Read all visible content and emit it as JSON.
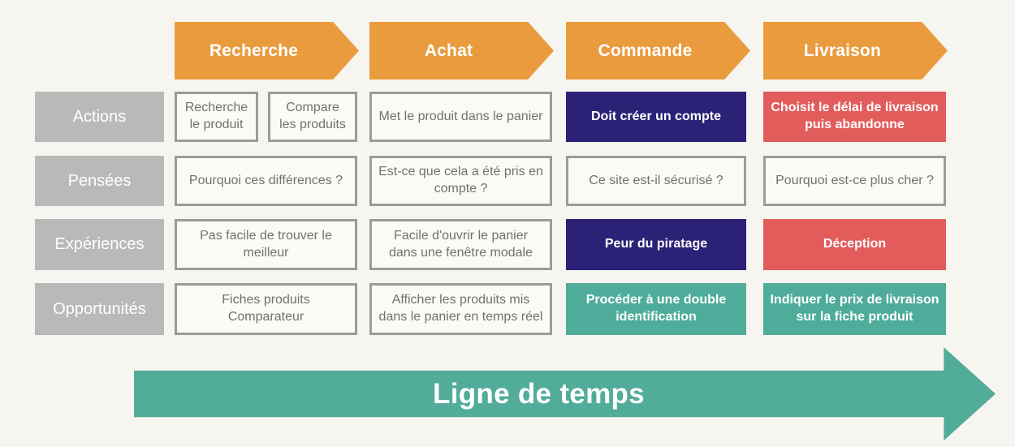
{
  "palette": {
    "background": "#F7F5F0",
    "stage_orange": "#EA9B3D",
    "row_label_gray": "#B9B9B9",
    "outlined_cell_border": "#9B9B99",
    "outlined_cell_bg": "#FBFAF6",
    "outlined_cell_text": "#73716F",
    "navy": "#2B2277",
    "red": "#E25C5C",
    "teal": "#4FAC9A",
    "white_text": "#FFFFFF"
  },
  "grid": {
    "headers": [
      "Recherche",
      "Achat",
      "Commande",
      "Livraison"
    ],
    "rows": [
      {
        "label": "Actions",
        "cells": {
          "recherche_a": "Recherche le produit",
          "recherche_b": "Compare les produits",
          "achat": "Met le produit dans le panier",
          "commande": "Doit créer un compte",
          "livraison": "Choisit le délai de livraison puis abandonne"
        }
      },
      {
        "label": "Pensées",
        "cells": {
          "recherche": "Pourquoi ces différences ?",
          "achat": "Est-ce que cela a été pris en compte ?",
          "commande": "Ce site est-il sécurisé ?",
          "livraison": "Pourquoi est-ce plus cher ?"
        }
      },
      {
        "label": "Expériences",
        "cells": {
          "recherche": "Pas facile de trouver le meilleur",
          "achat": "Facile d'ouvrir le panier dans une fenêtre modale",
          "commande": "Peur du piratage",
          "livraison": "Déception"
        }
      },
      {
        "label": "Opportunités",
        "cells": {
          "recherche": "Fiches produits\nComparateur",
          "achat": "Afficher les produits mis dans le panier en temps réel",
          "commande": "Procéder à une double identification",
          "livraison": "Indiquer le prix de livraison sur la fiche produit"
        }
      }
    ]
  },
  "timeline": {
    "label": "Ligne de temps"
  }
}
